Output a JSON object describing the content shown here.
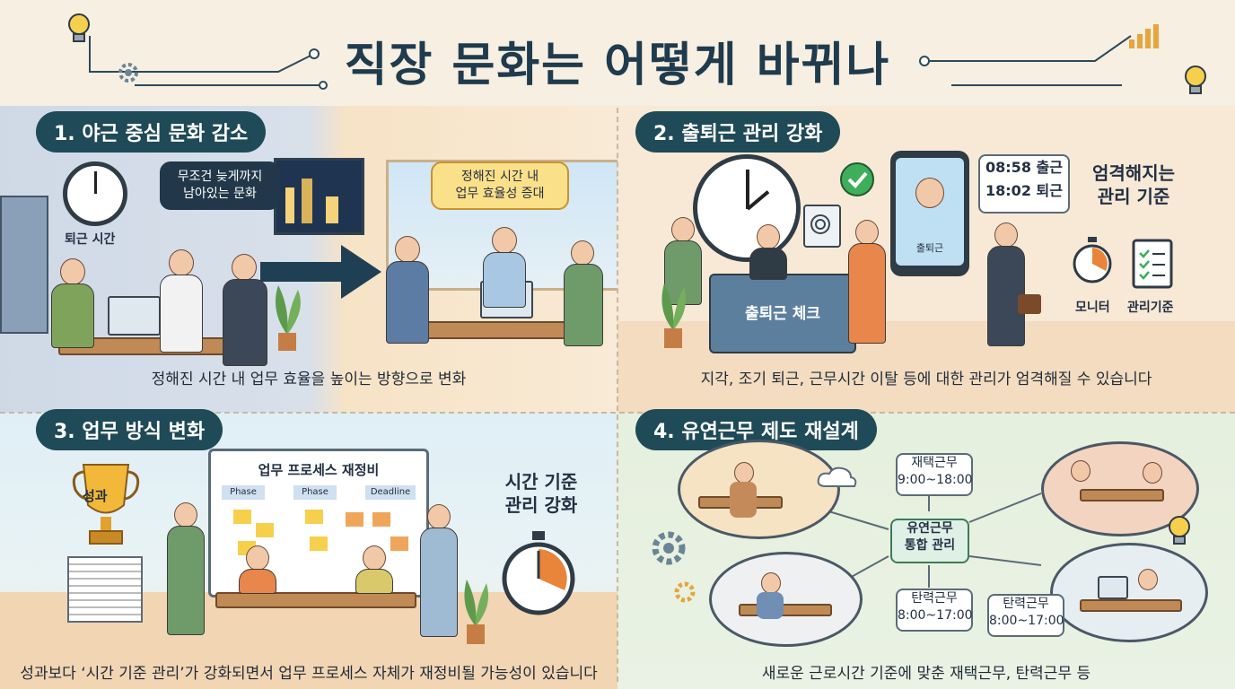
{
  "title": "직장 문화는 어떻게 바뀌나",
  "sections": {
    "s1": {
      "heading": "1. 야근 중심 문화 감소",
      "clock_label": "퇴근 시간",
      "bubble_before": "무조건 늦게까지\n남아있는 문화",
      "bubble_after": "정해진 시간 내\n업무 효율성 증대",
      "caption": "정해진 시간 내 업무 효율을 높이는 방향으로 변화"
    },
    "s2": {
      "heading": "2. 출퇴근 관리 강화",
      "desk_label": "출퇴근 체크",
      "time_in": "08:58 출근",
      "time_out": "18:02 퇴근",
      "phone_label": "출퇴근",
      "side_title": "엄격해지는\n관리 기준",
      "monitor_label": "모니터",
      "criteria_label": "관리기준",
      "caption": "지각, 조기 퇴근, 근무시간 이탈 등에 대한 관리가 엄격해질 수 있습니다"
    },
    "s3": {
      "heading": "3. 업무 방식 변화",
      "trophy_label": "성과",
      "board_title": "업무 프로세스 재정비",
      "phase1": "Phase",
      "phase2": "Phase",
      "deadline": "Deadline",
      "side_title": "시간 기준\n관리 강화",
      "caption": "성과보다 ‘시간 기준 관리’가 강화되면서 업무 프로세스 자체가 재정비될 가능성이 있습니다"
    },
    "s4": {
      "heading": "4. 유연근무 제도 재설계",
      "remote_top": "재택근무\n9:00~18:00",
      "center": "유연근무\n통합 관리",
      "flex_bottom": "탄력근무\n8:00~17:00",
      "flex_right": "탄력근무\n8:00~17:00",
      "caption": "새로운 근로시간 기준에 맞춘 재택근무, 탄력근무 등"
    }
  },
  "colors": {
    "pill": "#1f4a57",
    "title": "#1f3b4d",
    "accent_orange": "#e9853a",
    "check_green": "#3fae5a"
  }
}
